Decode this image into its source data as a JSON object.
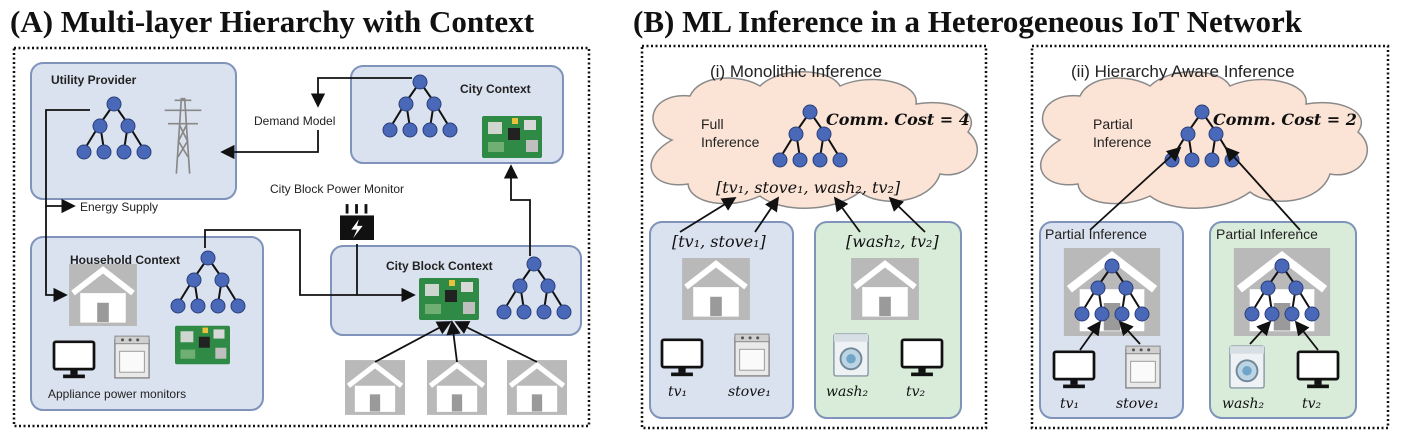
{
  "panels": {
    "a_title": "(A) Multi-layer Hierarchy with Context",
    "b_title": "(B) ML Inference in a Heterogeneous IoT Network"
  },
  "panel_a": {
    "utility_provider": "Utility Provider",
    "city_context": "City Context",
    "demand_model": "Demand Model",
    "city_block_power_monitor": "City Block Power Monitor",
    "energy_supply": "Energy Supply",
    "household_context": "Household Context",
    "city_block_context": "City Block Context",
    "appliance_power_monitors": "Appliance power monitors"
  },
  "panel_b1": {
    "title": "(i) Monolithic Inference",
    "full_inference_1": "Full",
    "full_inference_2": "Inference",
    "comm_cost": "Comm. Cost = 4",
    "cloud_vector": "[tv₁, stove₁, wash₂, tv₂]",
    "left_vector": "[tv₁, stove₁]",
    "right_vector": "[wash₂, tv₂]",
    "tv1": "tv₁",
    "stove1": "stove₁",
    "wash2": "wash₂",
    "tv2": "tv₂"
  },
  "panel_b2": {
    "title": "(ii) Hierarchy Aware Inference",
    "partial_inference_1": "Partial",
    "partial_inference_2": "Inference",
    "comm_cost": "Comm. Cost = 2",
    "left_partial": "Partial Inference",
    "right_partial": "Partial Inference",
    "tv1": "tv₁",
    "stove1": "stove₁",
    "wash2": "wash₂",
    "tv2": "tv₂"
  },
  "colors": {
    "box_fill": "#dbe2ef",
    "box_stroke": "#7f93bb",
    "green_fill": "#d9ecda",
    "cloud_fill": "#fbe4d6",
    "node_fill": "#4a68b8"
  }
}
